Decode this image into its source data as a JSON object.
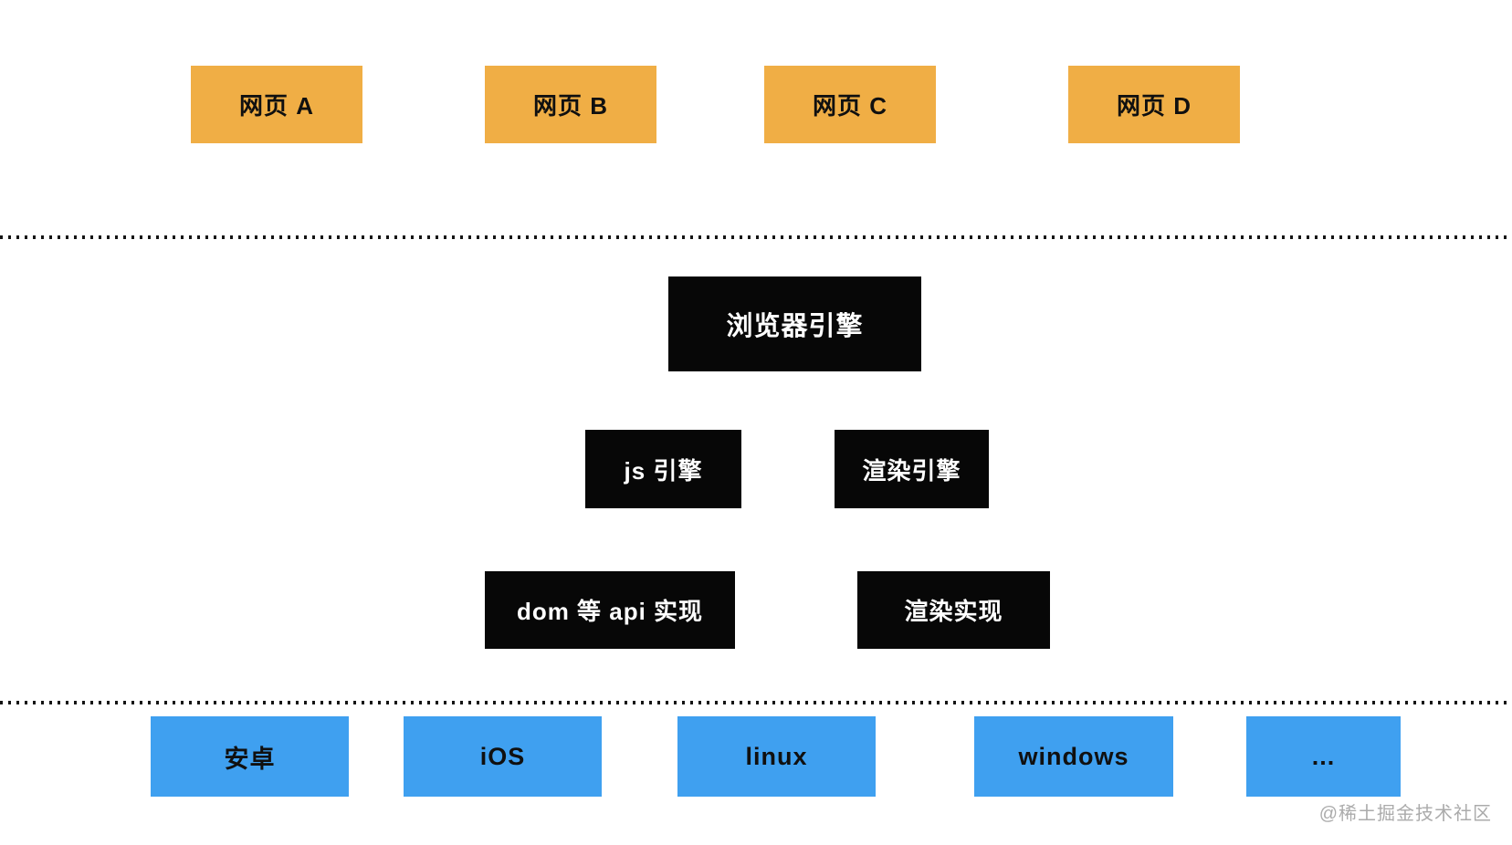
{
  "diagram": {
    "title_hint": "browser architecture layers diagram",
    "webpages": [
      "网页 A",
      "网页 B",
      "网页 C",
      "网页 D"
    ],
    "browser_engine": "浏览器引擎",
    "engines": [
      "js 引擎",
      "渲染引擎"
    ],
    "implementations": [
      "dom 等 api 实现",
      "渲染实现"
    ],
    "platforms": [
      "安卓",
      "iOS",
      "linux",
      "windows",
      "..."
    ]
  },
  "watermark": "@稀土掘金技术社区",
  "colors": {
    "webpage_box": "#f0ae45",
    "engine_box": "#070707",
    "engine_text": "#ffffff",
    "platform_box": "#3fa0f0",
    "box_text": "#101010",
    "separator_dots": "#141414",
    "watermark_text": "#ababab",
    "background": "#ffffff"
  }
}
